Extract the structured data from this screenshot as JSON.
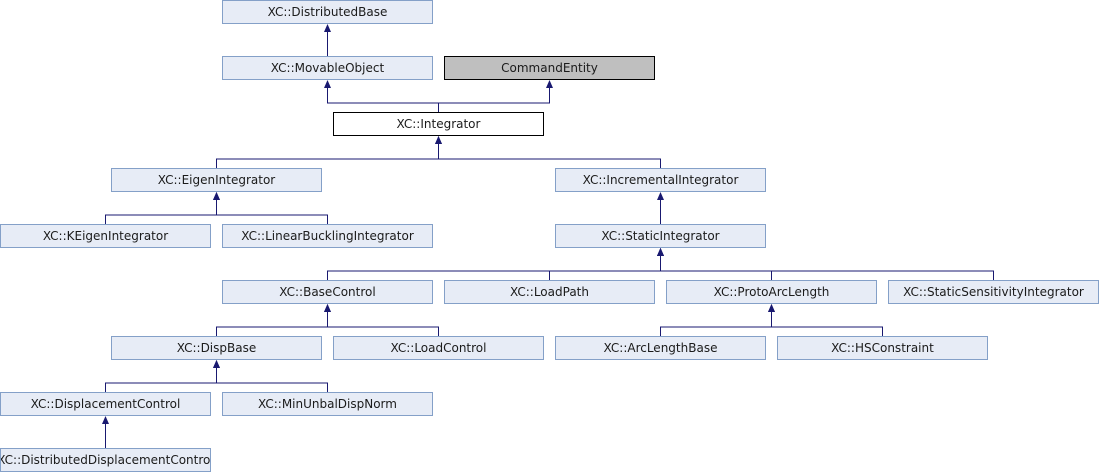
{
  "nodes": [
    {
      "id": "distributed-base",
      "label": "XC::DistributedBase",
      "kind": "link"
    },
    {
      "id": "movable-object",
      "label": "XC::MovableObject",
      "kind": "link"
    },
    {
      "id": "command-entity",
      "label": "CommandEntity",
      "kind": "external"
    },
    {
      "id": "integrator",
      "label": "XC::Integrator",
      "kind": "current"
    },
    {
      "id": "eigen-integrator",
      "label": "XC::EigenIntegrator",
      "kind": "link"
    },
    {
      "id": "incremental-integrator",
      "label": "XC::IncrementalIntegrator",
      "kind": "link"
    },
    {
      "id": "keigen-integrator",
      "label": "XC::KEigenIntegrator",
      "kind": "link"
    },
    {
      "id": "linear-buckling-integrator",
      "label": "XC::LinearBucklingIntegrator",
      "kind": "link"
    },
    {
      "id": "static-integrator",
      "label": "XC::StaticIntegrator",
      "kind": "link"
    },
    {
      "id": "base-control",
      "label": "XC::BaseControl",
      "kind": "link"
    },
    {
      "id": "load-path",
      "label": "XC::LoadPath",
      "kind": "link"
    },
    {
      "id": "proto-arc-length",
      "label": "XC::ProtoArcLength",
      "kind": "link"
    },
    {
      "id": "static-sensitivity-integrator",
      "label": "XC::StaticSensitivityIntegrator",
      "kind": "link"
    },
    {
      "id": "disp-base",
      "label": "XC::DispBase",
      "kind": "link"
    },
    {
      "id": "load-control",
      "label": "XC::LoadControl",
      "kind": "link"
    },
    {
      "id": "arc-length-base",
      "label": "XC::ArcLengthBase",
      "kind": "link"
    },
    {
      "id": "hs-constraint",
      "label": "XC::HSConstraint",
      "kind": "link"
    },
    {
      "id": "displacement-control",
      "label": "XC::DisplacementControl",
      "kind": "link"
    },
    {
      "id": "min-unbal-disp-norm",
      "label": "XC::MinUnbalDispNorm",
      "kind": "link"
    },
    {
      "id": "distributed-displacement-control",
      "label": "XC::DistributedDisplacementControl",
      "kind": "link"
    }
  ],
  "edges": [
    {
      "from": "movable-object",
      "to": "distributed-base"
    },
    {
      "from": "integrator",
      "to": "movable-object"
    },
    {
      "from": "integrator",
      "to": "command-entity"
    },
    {
      "from": "eigen-integrator",
      "to": "integrator"
    },
    {
      "from": "incremental-integrator",
      "to": "integrator"
    },
    {
      "from": "keigen-integrator",
      "to": "eigen-integrator"
    },
    {
      "from": "linear-buckling-integrator",
      "to": "eigen-integrator"
    },
    {
      "from": "static-integrator",
      "to": "incremental-integrator"
    },
    {
      "from": "base-control",
      "to": "static-integrator"
    },
    {
      "from": "load-path",
      "to": "static-integrator"
    },
    {
      "from": "proto-arc-length",
      "to": "static-integrator"
    },
    {
      "from": "static-sensitivity-integrator",
      "to": "static-integrator"
    },
    {
      "from": "disp-base",
      "to": "base-control"
    },
    {
      "from": "load-control",
      "to": "base-control"
    },
    {
      "from": "arc-length-base",
      "to": "proto-arc-length"
    },
    {
      "from": "hs-constraint",
      "to": "proto-arc-length"
    },
    {
      "from": "displacement-control",
      "to": "disp-base"
    },
    {
      "from": "min-unbal-disp-norm",
      "to": "disp-base"
    },
    {
      "from": "distributed-displacement-control",
      "to": "displacement-control"
    }
  ],
  "colors": {
    "link_fill": "#e7ecf6",
    "link_border": "#84a0c8",
    "current_fill": "#ffffff",
    "external_fill": "#bfbfbf",
    "edge": "#191970"
  }
}
